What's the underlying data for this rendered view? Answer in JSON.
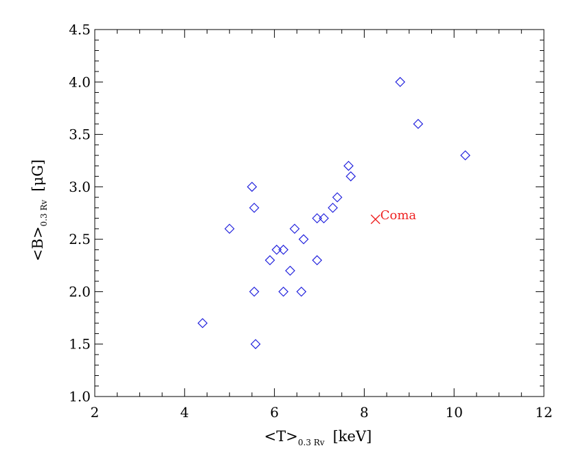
{
  "chart_data": {
    "type": "scatter",
    "title": "",
    "xlabel": {
      "main": "<T>",
      "sub": "0.3 Rv",
      "unit": "[keV]"
    },
    "ylabel": {
      "main": "<B>",
      "sub": "0.3 Rv",
      "unit": "[μG]"
    },
    "xlim": [
      2,
      12
    ],
    "ylim": [
      1.0,
      4.5
    ],
    "xticks": [
      2,
      4,
      6,
      8,
      10,
      12
    ],
    "yticks": [
      1.0,
      1.5,
      2.0,
      2.5,
      3.0,
      3.5,
      4.0,
      4.5
    ],
    "ytick_labels": [
      "1.0",
      "1.5",
      "2.0",
      "2.5",
      "3.0",
      "3.5",
      "4.0",
      "4.5"
    ],
    "grid": false,
    "series": [
      {
        "marker": "diamond",
        "color": "#2222dd",
        "points": [
          [
            4.4,
            1.7
          ],
          [
            5.0,
            2.6
          ],
          [
            5.5,
            3.0
          ],
          [
            5.55,
            2.8
          ],
          [
            5.55,
            2.0
          ],
          [
            5.58,
            1.5
          ],
          [
            5.9,
            2.3
          ],
          [
            6.05,
            2.4
          ],
          [
            6.2,
            2.4
          ],
          [
            6.2,
            2.0
          ],
          [
            6.35,
            2.2
          ],
          [
            6.45,
            2.6
          ],
          [
            6.6,
            2.0
          ],
          [
            6.65,
            2.5
          ],
          [
            6.95,
            2.7
          ],
          [
            6.95,
            2.3
          ],
          [
            7.1,
            2.7
          ],
          [
            7.3,
            2.8
          ],
          [
            7.4,
            2.9
          ],
          [
            7.65,
            3.2
          ],
          [
            7.7,
            3.1
          ],
          [
            8.8,
            4.0
          ],
          [
            9.2,
            3.6
          ],
          [
            10.25,
            3.3
          ]
        ]
      }
    ],
    "annotations": [
      {
        "x": 8.25,
        "y": 2.69,
        "marker": "x",
        "color": "#ee2222",
        "label": "Coma"
      }
    ]
  }
}
